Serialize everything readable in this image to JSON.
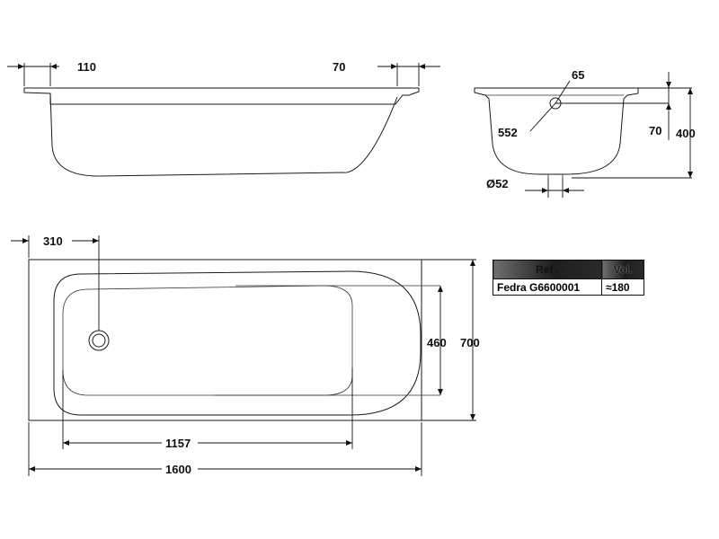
{
  "dimensions": {
    "side_left_rim": "110",
    "side_right_rim": "70",
    "end_top_rim": "65",
    "end_side_rim": "70",
    "end_height": "400",
    "end_depth": "552",
    "drain_diameter": "Ø52",
    "plan_drain_offset": "310",
    "plan_inner_width": "460",
    "plan_outer_width": "700",
    "plan_inner_length": "1157",
    "plan_outer_length": "1600"
  },
  "table": {
    "headers": {
      "ref": "Ref .",
      "vol": "Vol."
    },
    "rows": [
      {
        "ref": "Fedra G6600001",
        "vol": "≈180"
      }
    ]
  },
  "colors": {
    "line": "#1a1a1a",
    "header_dark": "#1e1e1e",
    "header_light": "#6f6f6f"
  }
}
